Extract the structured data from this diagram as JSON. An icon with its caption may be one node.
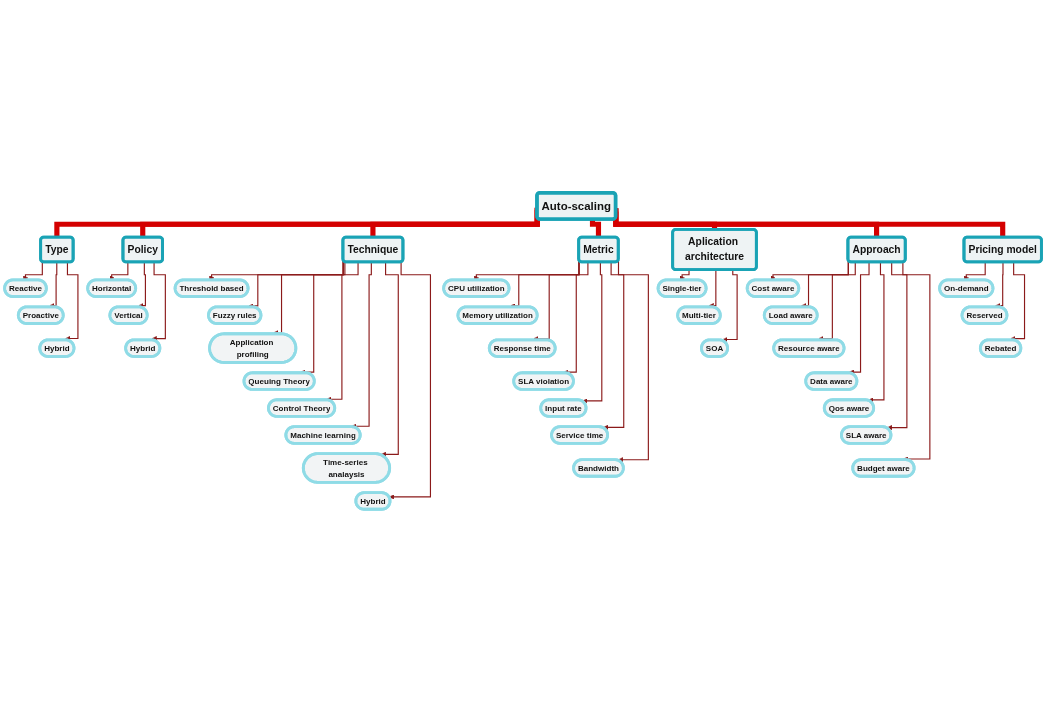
{
  "diagram": {
    "nodes": [
      {
        "text": [
          "Auto-scaling"
        ]
      },
      {
        "text": [
          "Type"
        ]
      },
      {
        "text": [
          "Policy"
        ]
      },
      {
        "text": [
          "Technique"
        ]
      },
      {
        "text": [
          "Metric"
        ]
      },
      {
        "text": [
          "Aplication architecture"
        ]
      },
      {
        "text": [
          "Approach"
        ]
      },
      {
        "text": [
          "Pricing model"
        ]
      },
      {
        "text": [
          "Reactive"
        ]
      },
      {
        "text": [
          "Proactive"
        ]
      },
      {
        "text": [
          "Hybrid"
        ]
      },
      {
        "text": [
          "Horizontal"
        ]
      },
      {
        "text": [
          "Vertical"
        ]
      },
      {
        "text": [
          "Hybrid"
        ]
      },
      {
        "text": [
          "Threshold based"
        ]
      },
      {
        "text": [
          "Fuzzy rules"
        ]
      },
      {
        "text": [
          "Application profiling"
        ]
      },
      {
        "text": [
          "Queuing Theory"
        ]
      },
      {
        "text": [
          "Control Theory"
        ]
      },
      {
        "text": [
          "Machine learning"
        ]
      },
      {
        "text": [
          "Time-series analaysis"
        ]
      },
      {
        "text": [
          "Hybrid"
        ]
      },
      {
        "text": [
          "CPU utilization"
        ]
      },
      {
        "text": [
          "Memory utilization"
        ]
      },
      {
        "text": [
          "Response time"
        ]
      },
      {
        "text": [
          "SLA violation"
        ]
      },
      {
        "text": [
          "Input rate"
        ]
      },
      {
        "text": [
          "Service time"
        ]
      },
      {
        "text": [
          "Bandwidth"
        ]
      },
      {
        "text": [
          "Single-tier"
        ]
      },
      {
        "text": [
          "Multi-tier"
        ]
      },
      {
        "text": [
          "SOA"
        ]
      },
      {
        "text": [
          "Cost aware"
        ]
      },
      {
        "text": [
          "Load aware"
        ]
      },
      {
        "text": [
          "Resource aware"
        ]
      },
      {
        "text": [
          "Data aware"
        ]
      },
      {
        "text": [
          "Qos aware"
        ]
      },
      {
        "text": [
          "SLA aware"
        ]
      },
      {
        "text": [
          "Budget aware"
        ]
      },
      {
        "text": [
          "On-demand"
        ]
      },
      {
        "text": [
          "Reserved"
        ]
      },
      {
        "text": [
          "Rebated"
        ]
      }
    ],
    "edges": [
      {
        "from": 0,
        "to": 1,
        "arrow": "none",
        "style": "thick",
        "color": "#d40000"
      },
      {
        "from": 0,
        "to": 2,
        "arrow": "none",
        "style": "thick",
        "color": "#d40000"
      },
      {
        "from": 0,
        "to": 3,
        "arrow": "none",
        "style": "thick",
        "color": "#d40000"
      },
      {
        "from": 0,
        "to": 4,
        "arrow": "none",
        "style": "thick",
        "color": "#d40000"
      },
      {
        "from": 0,
        "to": 5,
        "arrow": "none",
        "style": "thick",
        "color": "#d40000"
      },
      {
        "from": 0,
        "to": 6,
        "arrow": "none",
        "style": "thick",
        "color": "#d40000"
      },
      {
        "from": 0,
        "to": 7,
        "arrow": "none",
        "style": "thick",
        "color": "#d40000"
      },
      {
        "from": 1,
        "to": 8,
        "arrow": "to"
      },
      {
        "from": 1,
        "to": 9,
        "arrow": "to"
      },
      {
        "from": 1,
        "to": 10,
        "arrow": "to"
      },
      {
        "from": 2,
        "to": 11,
        "arrow": "to"
      },
      {
        "from": 2,
        "to": 12,
        "arrow": "to"
      },
      {
        "from": 2,
        "to": 13,
        "arrow": "to"
      },
      {
        "from": 3,
        "to": 14,
        "arrow": "to"
      },
      {
        "from": 3,
        "to": 15,
        "arrow": "to"
      },
      {
        "from": 3,
        "to": 16,
        "arrow": "to"
      },
      {
        "from": 3,
        "to": 17,
        "arrow": "to"
      },
      {
        "from": 3,
        "to": 18,
        "arrow": "to"
      },
      {
        "from": 3,
        "to": 19,
        "arrow": "to"
      },
      {
        "from": 3,
        "to": 20,
        "arrow": "to"
      },
      {
        "from": 3,
        "to": 21,
        "arrow": "to"
      },
      {
        "from": 4,
        "to": 22,
        "arrow": "to"
      },
      {
        "from": 4,
        "to": 23,
        "arrow": "to"
      },
      {
        "from": 4,
        "to": 24,
        "arrow": "to"
      },
      {
        "from": 4,
        "to": 25,
        "arrow": "to"
      },
      {
        "from": 4,
        "to": 26,
        "arrow": "to"
      },
      {
        "from": 4,
        "to": 27,
        "arrow": "to"
      },
      {
        "from": 4,
        "to": 28,
        "arrow": "to"
      },
      {
        "from": 5,
        "to": 29,
        "arrow": "to"
      },
      {
        "from": 5,
        "to": 30,
        "arrow": "to"
      },
      {
        "from": 5,
        "to": 31,
        "arrow": "to"
      },
      {
        "from": 6,
        "to": 32,
        "arrow": "to"
      },
      {
        "from": 6,
        "to": 33,
        "arrow": "to"
      },
      {
        "from": 6,
        "to": 34,
        "arrow": "to"
      },
      {
        "from": 6,
        "to": 35,
        "arrow": "to"
      },
      {
        "from": 6,
        "to": 36,
        "arrow": "to"
      },
      {
        "from": 6,
        "to": 37,
        "arrow": "to"
      },
      {
        "from": 6,
        "to": 38,
        "arrow": "to"
      },
      {
        "from": 7,
        "to": 39,
        "arrow": "to"
      },
      {
        "from": 7,
        "to": 40,
        "arrow": "to"
      },
      {
        "from": 7,
        "to": 41,
        "arrow": "to"
      }
    ]
  }
}
